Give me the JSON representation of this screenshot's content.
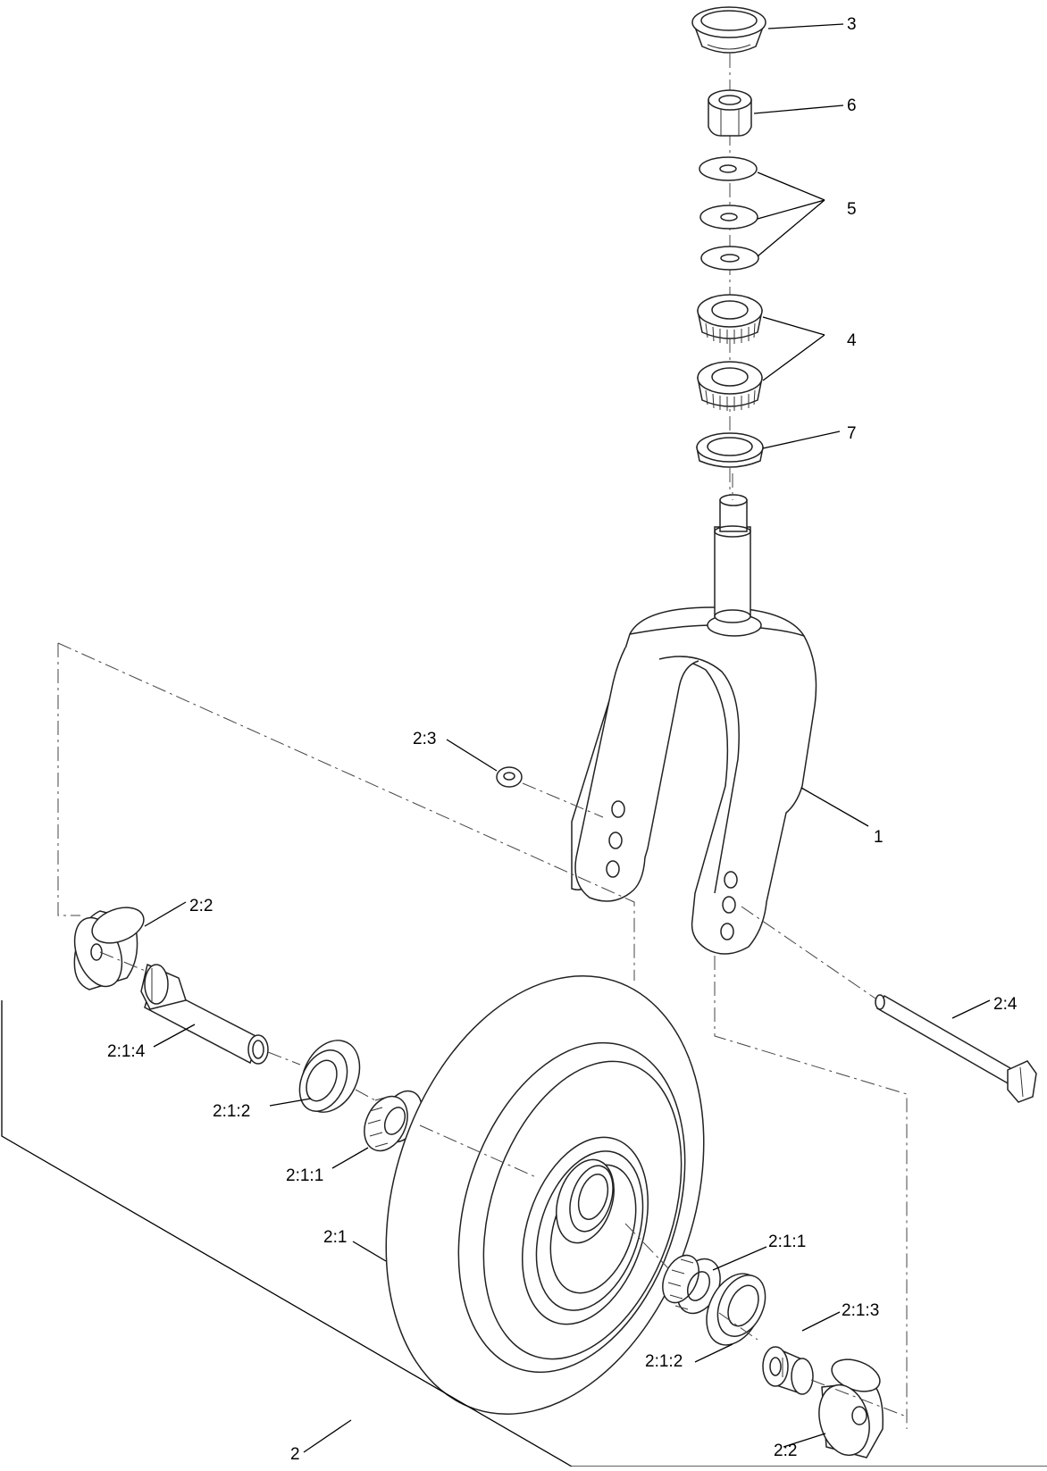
{
  "callouts": {
    "c3": "3",
    "c6": "6",
    "c5": "5",
    "c4": "4",
    "c7": "7",
    "c1": "1",
    "c2_3": "2:3",
    "c2_2_top": "2:2",
    "c2_4": "2:4",
    "c2_1_4": "2:1:4",
    "c2_1_2_left": "2:1:2",
    "c2_1_1_left": "2:1:1",
    "c2_1": "2:1",
    "c2_1_1_right": "2:1:1",
    "c2_1_3": "2:1:3",
    "c2_1_2_right": "2:1:2",
    "c2": "2",
    "c2_2_bottom": "2:2"
  }
}
